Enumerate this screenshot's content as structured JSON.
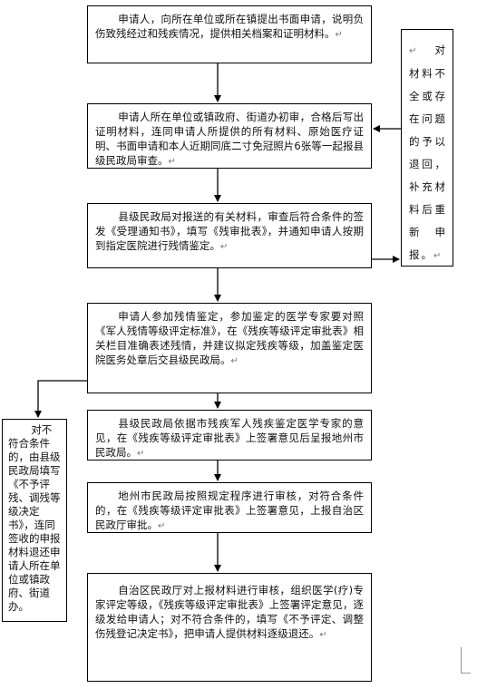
{
  "steps": [
    {
      "text": "申请人，向所在单位或所在镇提出书面申请，说明负伤致残经过和残疾情况，提供相关档案和证明材料。"
    },
    {
      "text": "申请人所在单位或镇政府、街道办初审，合格后写出证明材料，连同申请人所提供的所有材料、原始医疗证明、书面申请和本人近期同底二寸免冠照片6张等一起报县级民政局审查。"
    },
    {
      "text": "县级民政局对报送的有关材料，审查后符合条件的签发《受理通知书》，填写《残审批表》，并通知申请人按期到指定医院进行残情鉴定。"
    },
    {
      "text": "申请人参加残情鉴定，参加鉴定的医学专家要对照《军人残情等级评定标准》，在《残疾等级评定审批表》相关栏目准确表述残情，并建议拟定残疾等级，加盖鉴定医院医务处章后交县级民政局。"
    },
    {
      "text": "县级民政局依据市残疾军人残疾鉴定医学专家的意见，在《残疾等级评定审批表》上签署意见后呈报地州市民政局。"
    },
    {
      "text": "地州市民政局按照规定程序进行审核，对符合条件的，在《残疾等级评定审批表》上签署意见，上报自治区民政厅审批。"
    },
    {
      "text": "自治区民政厅对上报材料进行审核，组织医学(疗)专家评定等级，《残疾等级评定审批表》上签署评定意见，逐级发给申请人；对不符合条件的，填写《不予评定、调整伤残登记决定书》，把申请人提供材料逐级退还。"
    }
  ],
  "side_notes": {
    "right": "对材料不全或存在问题的予以退回，补充材料后重新申报。",
    "left": "对不符合条件的，由县级民政局填写《不予评残、调残等级决定书》，连同签收的申报材料退还申请人所在单位或镇政府、街道办。"
  },
  "paragraph_mark": "↵"
}
